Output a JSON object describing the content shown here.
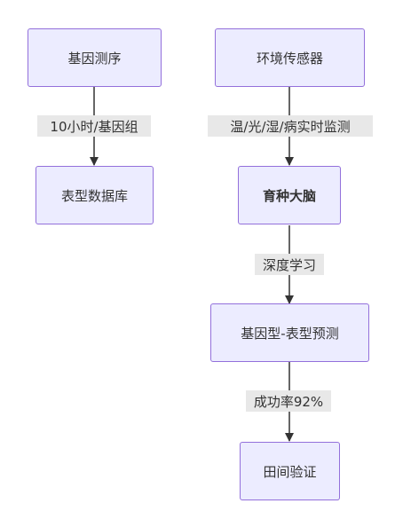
{
  "nodes": {
    "gene_seq": "基因测序",
    "phenotype_db": "表型数据库",
    "env_sensor": "环境传感器",
    "breeding_brain": "育种大脑",
    "gp_prediction": "基因型-表型预测",
    "field_validation": "田间验证"
  },
  "edges": {
    "gene_seq_to_phenotype_db": "10小时/基因组",
    "env_sensor_to_breeding_brain": "温/光/湿/病实时监测",
    "breeding_brain_to_gp_prediction": "深度学习",
    "gp_prediction_to_field_validation": "成功率92%"
  },
  "colors": {
    "node_fill": "#ececff",
    "node_border": "#9370db",
    "edge": "#333333",
    "edge_label_bg": "#e8e8e8"
  }
}
